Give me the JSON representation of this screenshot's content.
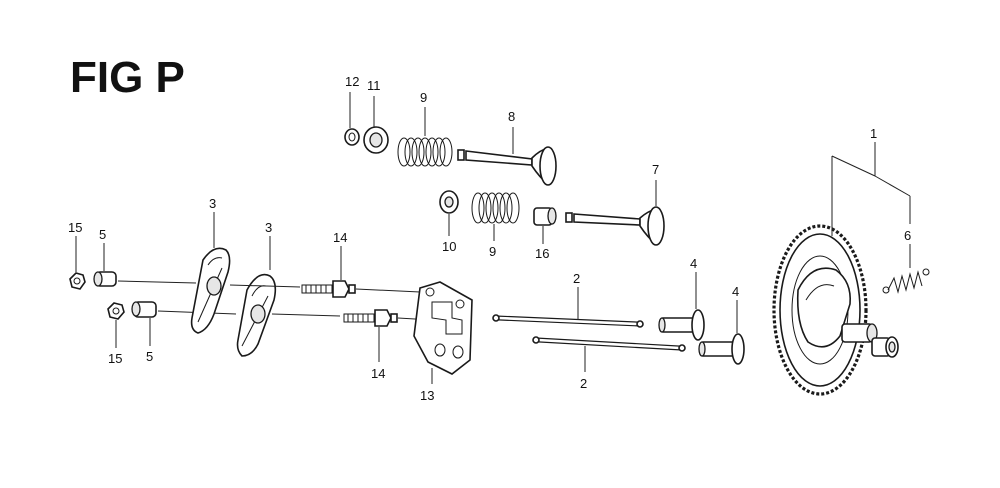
{
  "figure": {
    "title": "FIG P"
  },
  "callouts": {
    "c1": "1",
    "c2a": "2",
    "c2b": "2",
    "c3a": "3",
    "c3b": "3",
    "c4a": "4",
    "c4b": "4",
    "c5a": "5",
    "c5b": "5",
    "c6": "6",
    "c7": "7",
    "c8": "8",
    "c9a": "9",
    "c9b": "9",
    "c10": "10",
    "c11": "11",
    "c12": "12",
    "c13": "13",
    "c14a": "14",
    "c14b": "14",
    "c15a": "15",
    "c15b": "15",
    "c16": "16"
  }
}
